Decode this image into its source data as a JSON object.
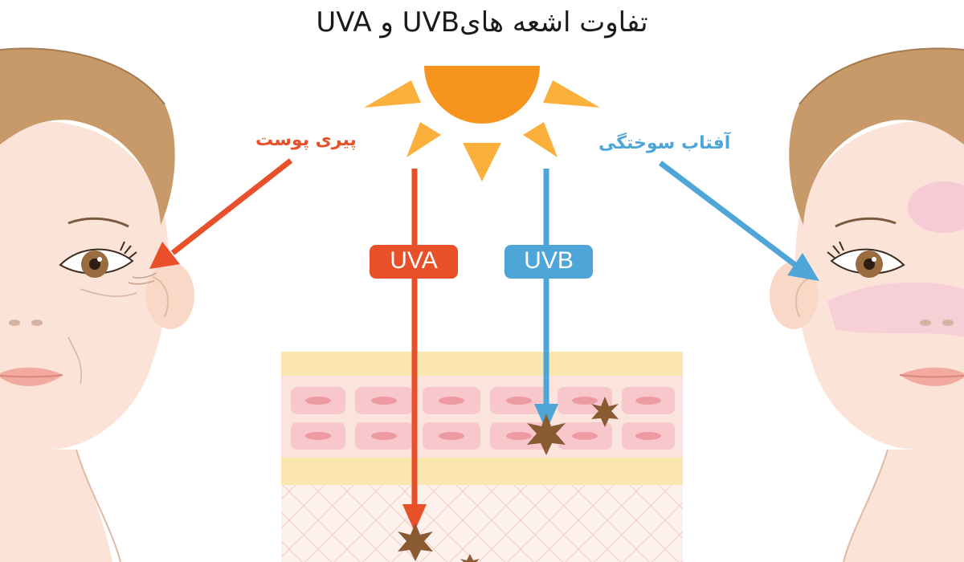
{
  "title": "تفاوت اشعه هایUVB و UVA",
  "labels": {
    "skin_aging": "پیری پوست",
    "sunburn": "آفتاب سوختگی",
    "uva": "UVA",
    "uvb": "UVB"
  },
  "colors": {
    "uva": "#e8502a",
    "uvb": "#4ea6d8",
    "sun": "#f7941d",
    "sun_rays": "#fbb03b",
    "skin": "#fbe3d8",
    "hair": "#c89a6a"
  },
  "icons": [
    "sun-icon",
    "star-burst-icon"
  ]
}
